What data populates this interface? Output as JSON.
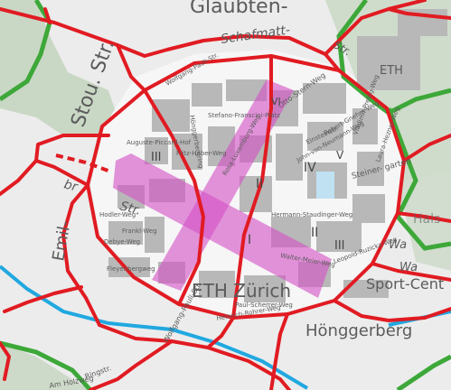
{
  "map": {
    "labels": {
      "glaubten": "Glaubten-",
      "schafmatt": "Schafmatt-",
      "str_top": "Str.",
      "eth_top": "ETH",
      "road_left": "Stou. Str.",
      "str_left": "Str.",
      "br": "br",
      "emil": "Emil-",
      "eth_zurich": "ETH Zürich",
      "sport": "Sport-Cent",
      "hongg": "Hönggerberg",
      "hals": "Hals",
      "wa_right": "Wa",
      "wa_right2": "Wa",
      "stein_garten": "Steiner- garten",
      "gb_I": "I",
      "gb_II": "II",
      "gb_II_2": "II",
      "gb_III": "III",
      "gb_III_2": "III",
      "gb_IV": "IV",
      "gb_V": "V",
      "gb_VI": "VI",
      "small_1": "Wolfgang-Pauli-Str.",
      "small_2": "Stefano-Franscini-Platz",
      "small_3": "Otto-Stern-Weg",
      "small_4": "Robert-Gnehm-Weg",
      "small_5": "John-von-Neumann-Weg",
      "small_6": "Vladimir-Prelog-Weg",
      "small_7": "Laura-Hezner-Weg",
      "small_8": "Hönggerbergring",
      "small_9": "Einsteinstr.",
      "small_10": "Auguste-Piccard-Hof",
      "small_11": "Fritz-Haber-Weg",
      "small_12": "Rosa-Luxemburg-Weg",
      "small_13": "Hermann-Staudinger-Weg",
      "small_14": "Walter-Meier-Weg",
      "small_15": "Leopold-Ruzicka-Weg",
      "small_16": "Paul-Scherrer-Weg",
      "small_17": "Heinrich-Rohrer-Weg",
      "small_18": "Frankl-Weg",
      "small_19": "Debye-Weg",
      "small_20": "Fleyenbergweg",
      "small_21": "Wolfgang-Pauli-Str.",
      "small_22": "Hodler-Weg",
      "small_23": "Ringstr.",
      "small_24": "Am Holzweg"
    },
    "colors": {
      "road_red": "#e11b22",
      "forest_green": "#3da839",
      "river_blue": "#21a8e0",
      "magenta_highlight": "#d44fc4",
      "building_gray": "#b8b8b8",
      "forest_bg": "#c9d7c5",
      "ground_bg": "#ececec"
    }
  }
}
